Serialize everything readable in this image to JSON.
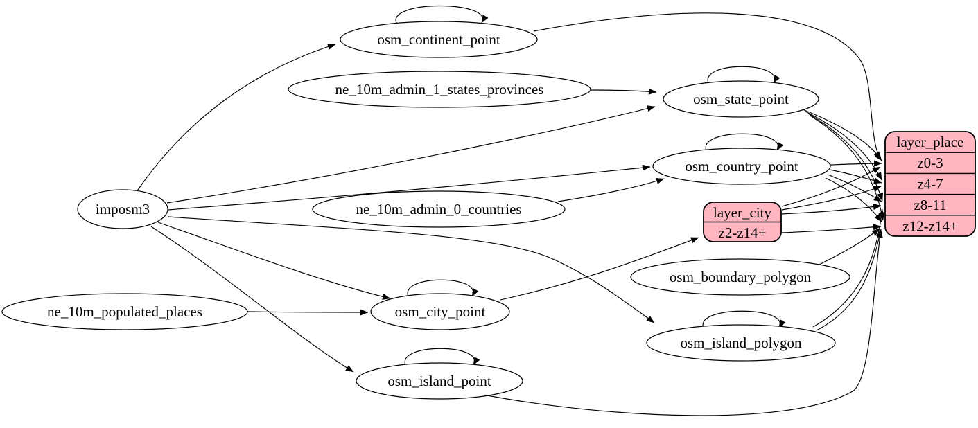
{
  "diagram": {
    "kind": "etl-graph",
    "colors": {
      "record_fill": "#ffb6c1",
      "node_fill": "#ffffff",
      "edge_stroke": "#000000"
    },
    "nodes": {
      "imposm3": {
        "label": "imposm3",
        "shape": "ellipse"
      },
      "osm_continent_point": {
        "label": "osm_continent_point",
        "shape": "ellipse"
      },
      "ne_10m_admin_1_states_provinces": {
        "label": "ne_10m_admin_1_states_provinces",
        "shape": "ellipse"
      },
      "osm_state_point": {
        "label": "osm_state_point",
        "shape": "ellipse"
      },
      "osm_country_point": {
        "label": "osm_country_point",
        "shape": "ellipse"
      },
      "ne_10m_admin_0_countries": {
        "label": "ne_10m_admin_0_countries",
        "shape": "ellipse"
      },
      "layer_city": {
        "label": "layer_city",
        "shape": "record",
        "rows": [
          "z2-z14+"
        ]
      },
      "osm_boundary_polygon": {
        "label": "osm_boundary_polygon",
        "shape": "ellipse"
      },
      "ne_10m_populated_places": {
        "label": "ne_10m_populated_places",
        "shape": "ellipse"
      },
      "osm_city_point": {
        "label": "osm_city_point",
        "shape": "ellipse"
      },
      "osm_island_polygon": {
        "label": "osm_island_polygon",
        "shape": "ellipse"
      },
      "osm_island_point": {
        "label": "osm_island_point",
        "shape": "ellipse"
      },
      "layer_place": {
        "label": "layer_place",
        "shape": "record",
        "rows": [
          "z0-3",
          "z4-7",
          "z8-11",
          "z12-z14+"
        ]
      }
    },
    "edges": [
      {
        "from": "imposm3",
        "to": "osm_continent_point"
      },
      {
        "from": "imposm3",
        "to": "osm_state_point"
      },
      {
        "from": "imposm3",
        "to": "osm_country_point"
      },
      {
        "from": "imposm3",
        "to": "osm_city_point"
      },
      {
        "from": "imposm3",
        "to": "osm_island_point"
      },
      {
        "from": "imposm3",
        "to": "osm_island_polygon"
      },
      {
        "from": "ne_10m_admin_1_states_provinces",
        "to": "osm_state_point"
      },
      {
        "from": "ne_10m_admin_0_countries",
        "to": "osm_country_point"
      },
      {
        "from": "ne_10m_populated_places",
        "to": "osm_city_point"
      },
      {
        "from": "osm_continent_point",
        "to": "osm_continent_point"
      },
      {
        "from": "osm_state_point",
        "to": "osm_state_point"
      },
      {
        "from": "osm_country_point",
        "to": "osm_country_point"
      },
      {
        "from": "osm_city_point",
        "to": "osm_city_point"
      },
      {
        "from": "osm_island_point",
        "to": "osm_island_point"
      },
      {
        "from": "osm_island_polygon",
        "to": "osm_island_polygon"
      },
      {
        "from": "osm_continent_point",
        "to": "layer_place:z0-3"
      },
      {
        "from": "osm_country_point",
        "to": "layer_place:z0-3"
      },
      {
        "from": "osm_country_point",
        "to": "layer_place:z4-7"
      },
      {
        "from": "osm_country_point",
        "to": "layer_place:z8-11"
      },
      {
        "from": "osm_country_point",
        "to": "layer_place:z12-z14+"
      },
      {
        "from": "osm_state_point",
        "to": "layer_place:z0-3"
      },
      {
        "from": "osm_state_point",
        "to": "layer_place:z4-7"
      },
      {
        "from": "osm_state_point",
        "to": "layer_place:z8-11"
      },
      {
        "from": "osm_state_point",
        "to": "layer_place:z12-z14+"
      },
      {
        "from": "osm_city_point",
        "to": "layer_city:z2-z14+"
      },
      {
        "from": "layer_city:z2-z14+",
        "to": "layer_place:z0-3"
      },
      {
        "from": "layer_city:z2-z14+",
        "to": "layer_place:z4-7"
      },
      {
        "from": "layer_city:z2-z14+",
        "to": "layer_place:z8-11"
      },
      {
        "from": "layer_city:z2-z14+",
        "to": "layer_place:z12-z14+"
      },
      {
        "from": "osm_island_polygon",
        "to": "layer_place:z8-11"
      },
      {
        "from": "osm_island_polygon",
        "to": "layer_place:z12-z14+"
      },
      {
        "from": "osm_island_point",
        "to": "layer_place:z12-z14+"
      },
      {
        "from": "osm_boundary_polygon",
        "to": "layer_place:z12-z14+"
      }
    ]
  }
}
